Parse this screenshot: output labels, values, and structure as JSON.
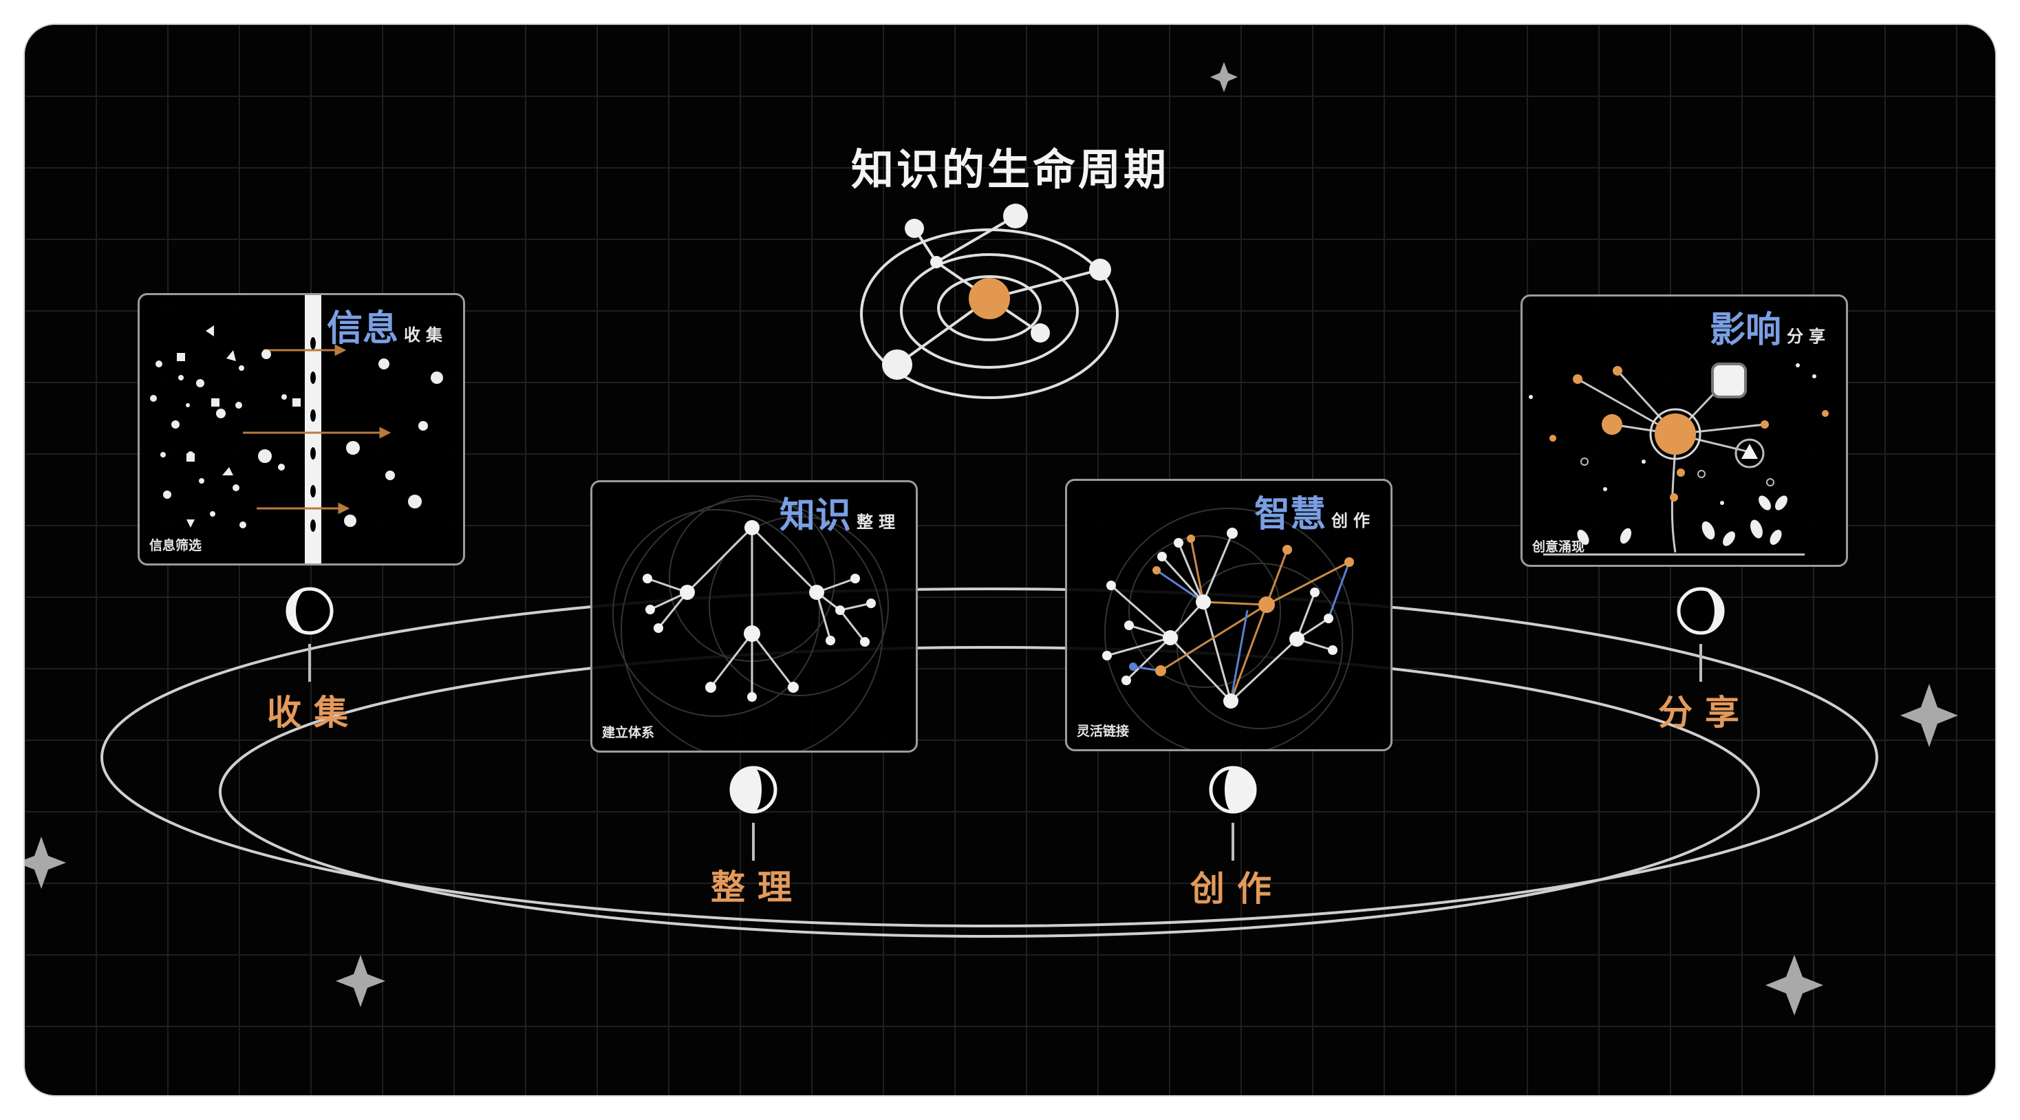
{
  "title": "知识的生命周期",
  "colors": {
    "background": "#030303",
    "accent_orange": "#e2994f",
    "accent_blue": "#7a9fe4",
    "line": "#d0d0d0"
  },
  "panels": [
    {
      "big": "信息",
      "small": "收集",
      "caption": "信息筛选"
    },
    {
      "big": "知识",
      "small": "整理",
      "caption": "建立体系"
    },
    {
      "big": "智慧",
      "small": "创作",
      "caption": "灵活链接"
    },
    {
      "big": "影响",
      "small": "分享",
      "caption": "创意涌现"
    }
  ],
  "stages": [
    {
      "label": "收集",
      "moon": "crescent-moon-icon"
    },
    {
      "label": "整理",
      "moon": "half-moon-icon"
    },
    {
      "label": "创作",
      "moon": "gibbous-moon-icon"
    },
    {
      "label": "分享",
      "moon": "crescent-moon-icon"
    }
  ]
}
